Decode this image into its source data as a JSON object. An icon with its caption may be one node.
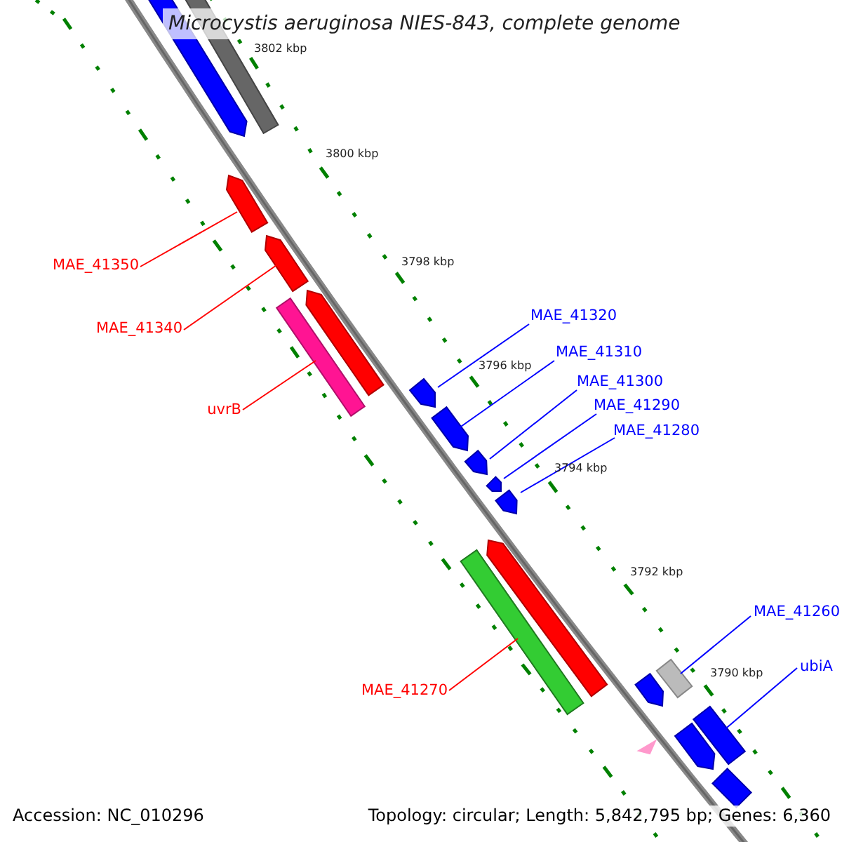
{
  "diagram": {
    "title": "Microcystis aeruginosa NIES-843, complete genome",
    "nodes": [
      {
        "text": [],
        "shape": "arrow"
      },
      {
        "text": [],
        "shape": "bar"
      },
      {
        "text": [],
        "shape": "arrow"
      },
      {
        "text": [
          "MAE_41350"
        ]
      },
      {
        "text": [],
        "shape": "arrow"
      },
      {
        "text": [
          "MAE_41340"
        ]
      },
      {
        "text": [],
        "shape": "arrow"
      },
      {
        "text": [],
        "shape": "bar"
      },
      {
        "text": [
          "MAE_41320"
        ]
      },
      {
        "text": [
          "MAE_41310"
        ]
      },
      {
        "text": [],
        "shape": "arrow"
      },
      {
        "text": [
          "MAE_41300"
        ]
      },
      {
        "text": [
          "uvrB"
        ]
      },
      {
        "text": [
          "MAE_41290"
        ]
      },
      {
        "text": [],
        "shape": "arrow"
      },
      {
        "text": [
          "MAE_41280"
        ]
      },
      {
        "text": [],
        "shape": "arrow"
      },
      {
        "text": [],
        "shape": "arrow"
      },
      {
        "text": [],
        "shape": "arrow"
      },
      {
        "text": [],
        "shape": "arrow"
      },
      {
        "text": [],
        "shape": "bar"
      },
      {
        "text": [
          "MAE_41260"
        ]
      },
      {
        "text": [],
        "shape": "bar"
      },
      {
        "text": [],
        "shape": "arrow"
      },
      {
        "text": [
          "ubiA"
        ]
      },
      {
        "text": [
          "MAE_41270"
        ]
      },
      {
        "text": [],
        "shape": "bar"
      },
      {
        "text": [],
        "shape": "arrow"
      },
      {
        "text": [],
        "shape": "triangle"
      },
      {
        "text": [],
        "shape": "bar"
      }
    ],
    "edges": [
      {
        "from": 3,
        "to": 2,
        "arrow": "none",
        "color": "#ff0000"
      },
      {
        "from": 5,
        "to": 4,
        "arrow": "none",
        "color": "#ff0000"
      },
      {
        "from": 12,
        "to": 7,
        "arrow": "none",
        "color": "#ff0000"
      },
      {
        "from": 8,
        "to": 10,
        "arrow": "none"
      },
      {
        "from": 9,
        "to": 14,
        "arrow": "none"
      },
      {
        "from": 11,
        "to": 16,
        "arrow": "none"
      },
      {
        "from": 13,
        "to": 17,
        "arrow": "none"
      },
      {
        "from": 15,
        "to": 18,
        "arrow": "none"
      },
      {
        "from": 25,
        "to": 20,
        "arrow": "none",
        "color": "#ff0000"
      },
      {
        "from": 21,
        "to": 22,
        "arrow": "none"
      },
      {
        "from": 24,
        "to": 26,
        "arrow": "none"
      }
    ],
    "labels": [
      "3802 kbp",
      "3800 kbp",
      "3798 kbp",
      "3796 kbp",
      "3794 kbp",
      "3792 kbp",
      "3790 kbp",
      "Accession: NC_010296",
      "Topology: circular; Length: 5,842,795 bp; Genes: 6,360"
    ]
  }
}
